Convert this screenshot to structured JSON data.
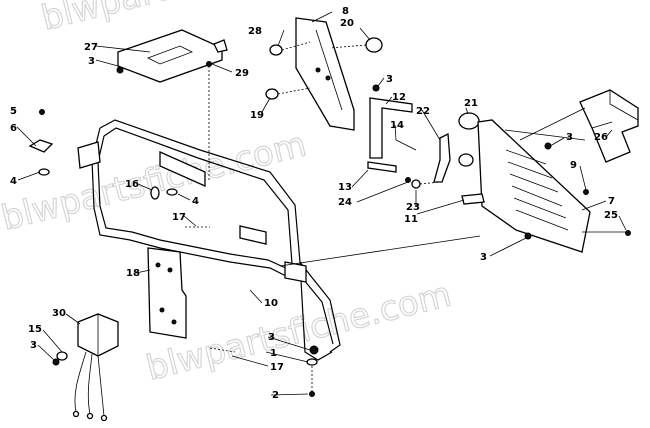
{
  "watermark": "blwpartsfiche.com",
  "callouts": [
    "1",
    "2",
    "3",
    "4",
    "5",
    "6",
    "7",
    "8",
    "9",
    "10",
    "11",
    "12",
    "13",
    "14",
    "15",
    "16",
    "17",
    "18",
    "19",
    "20",
    "21",
    "22",
    "23",
    "24",
    "25",
    "26",
    "27",
    "28",
    "29",
    "30"
  ]
}
